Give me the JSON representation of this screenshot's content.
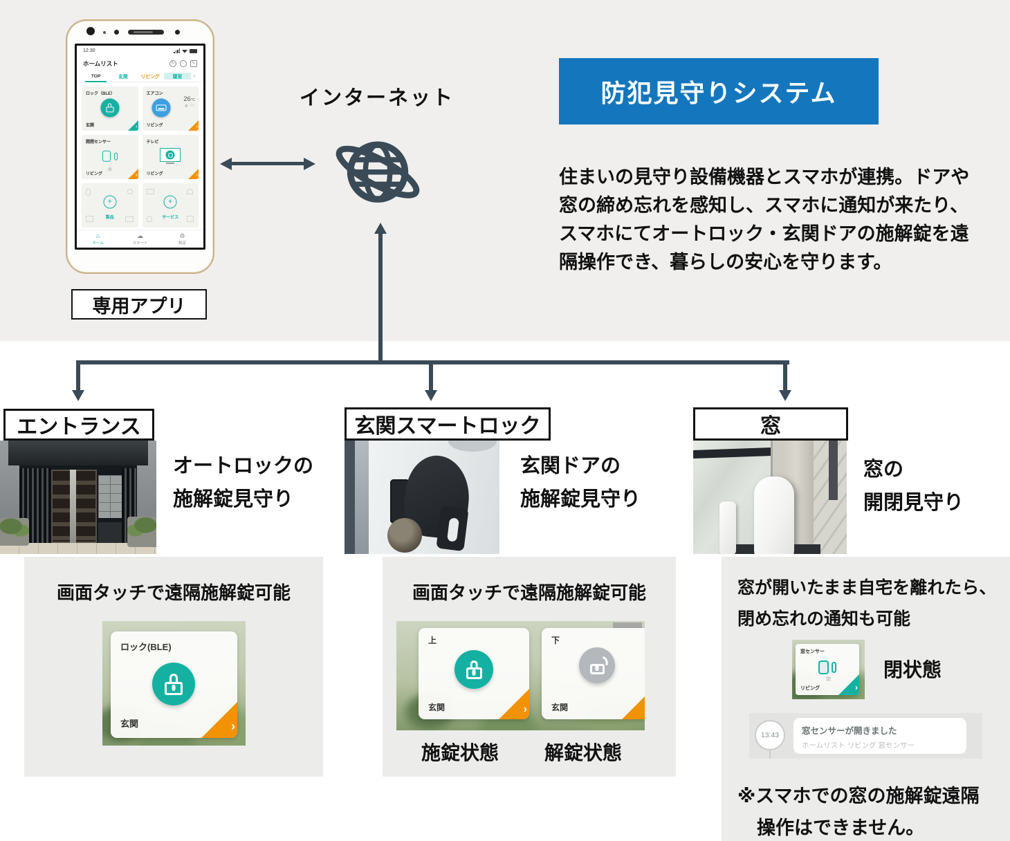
{
  "colors": {
    "accent_blue": "#1477bd",
    "teal": "#14b1a3",
    "orange": "#f39204",
    "slate": "#3a4a57"
  },
  "header": {
    "internet_label": "インターネット",
    "system_title": "防犯見守りシステム",
    "description": "住まいの見守り設備機器とスマホが連携。ドアや窓の締め忘れを感知し、スマホに通知が来たり、スマホにてオートロック・玄関ドアの施解錠を遠隔操作でき、暮らしの安心を守ります。",
    "app_label": "専用アプリ"
  },
  "phone": {
    "time": "12:30",
    "app_title": "ホームリスト",
    "tabs": [
      {
        "label": "TOP"
      },
      {
        "label": "玄関"
      },
      {
        "label": "リビング"
      },
      {
        "label": "寝室"
      },
      {
        "label": "›"
      }
    ],
    "cards": {
      "lock": {
        "title": "ロック（BLE）",
        "room": "玄関"
      },
      "aircon": {
        "title": "エアコン",
        "room": "リビング",
        "temp": "26",
        "temp_unit": "℃",
        "meta": "⚙ ᴵᴵᴵ"
      },
      "sensor": {
        "title": "開閉センサー",
        "state": "閉",
        "room": "リビング"
      },
      "tv": {
        "title": "テレビ",
        "room": "リビング"
      },
      "add_product": {
        "label": "製品"
      },
      "add_service": {
        "label": "サービス"
      }
    },
    "nav": [
      {
        "label": "ホーム"
      },
      {
        "label": "スマート"
      },
      {
        "label": "設定"
      }
    ]
  },
  "sections": {
    "entrance": {
      "label": "エントランス",
      "feature_line1": "オートロックの",
      "feature_line2": "施解錠見守り",
      "panel_heading": "画面タッチで遠隔施解錠可能",
      "card": {
        "title": "ロック(BLE)",
        "room": "玄関"
      }
    },
    "smartlock": {
      "label": "玄関スマートロック",
      "feature_line1": "玄関ドアの",
      "feature_line2": "施解錠見守り",
      "panel_heading": "画面タッチで遠隔施解錠可能",
      "card_locked": {
        "title": "上",
        "room": "玄関",
        "state_label": "施錠状態"
      },
      "card_unlocked": {
        "title": "下",
        "room": "玄関",
        "state_label": "解錠状態"
      }
    },
    "window": {
      "label": "窓",
      "feature_line1": "窓の",
      "feature_line2": "開閉見守り",
      "panel_line1": "窓が開いたまま自宅を離れたら、",
      "panel_line2": "閉め忘れの通知も可能",
      "sensor_card": {
        "title": "窓センサー",
        "state": "閉",
        "room": "リビング"
      },
      "closed_label": "閉状態",
      "notification": {
        "time": "13:43",
        "title": "窓センサーが開きました",
        "subtitle": "ホームリスト リビング 窓センサー"
      },
      "note_line1": "※スマホでの窓の施解錠遠隔",
      "note_line2": "操作はできません。"
    }
  }
}
